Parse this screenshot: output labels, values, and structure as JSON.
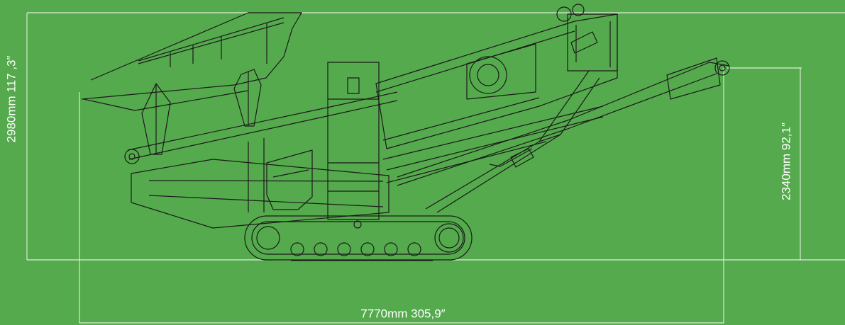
{
  "colors": {
    "background": "#55aa4d",
    "line": "#1a1a1a",
    "dimension_line": "#ffffff",
    "label": "#ffffff"
  },
  "dimensions": {
    "overall_height": "2980mm 117 ,3″",
    "discharge_height": "2340mm 92,1″",
    "overall_length": "7770mm 305,9″"
  }
}
